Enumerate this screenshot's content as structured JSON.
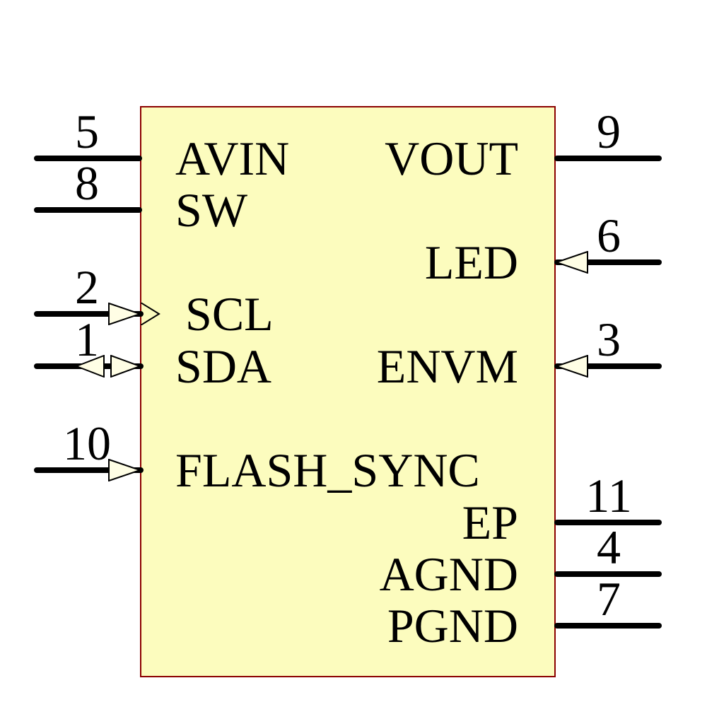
{
  "component": {
    "kind": "schematic-symbol",
    "body_fill": "#FCFCBE",
    "body_border": "#8B0000",
    "arrow_fill": "#FFFEE5",
    "line_color": "#000000",
    "text_color": "#000000",
    "pins": [
      {
        "number": "5",
        "name": "AVIN",
        "side": "left",
        "direction": "passive"
      },
      {
        "number": "8",
        "name": "SW",
        "side": "left",
        "direction": "passive"
      },
      {
        "number": "2",
        "name": "SCL",
        "side": "left",
        "direction": "input-clock"
      },
      {
        "number": "1",
        "name": "SDA",
        "side": "left",
        "direction": "bidirectional"
      },
      {
        "number": "10",
        "name": "FLASH_SYNC",
        "side": "left",
        "direction": "input"
      },
      {
        "number": "9",
        "name": "VOUT",
        "side": "right",
        "direction": "passive"
      },
      {
        "number": "6",
        "name": "LED",
        "side": "right",
        "direction": "input"
      },
      {
        "number": "3",
        "name": "ENVM",
        "side": "right",
        "direction": "input"
      },
      {
        "number": "11",
        "name": "EP",
        "side": "right",
        "direction": "passive"
      },
      {
        "number": "4",
        "name": "AGND",
        "side": "right",
        "direction": "passive"
      },
      {
        "number": "7",
        "name": "PGND",
        "side": "right",
        "direction": "passive"
      }
    ]
  }
}
